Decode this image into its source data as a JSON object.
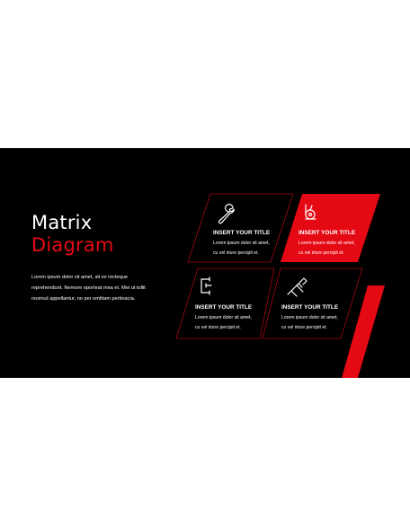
{
  "slide": {
    "title_line1": "Matrix",
    "title_line2": "Diagram",
    "body": "Lorem ipsum dolor sit amet, sit ex recteque reprehendunt. Nemore oporteat mea et. Mei ut tollit nostrud appellantur, no per omittam pertinacia."
  },
  "cards": [
    {
      "icon": "wrench-icon",
      "title": "INSERT YOUR TITLE",
      "desc_line1": "Lorem ipsum dolor sit amet,",
      "desc_line2": "cu vel iriure percipit et.",
      "highlighted": false
    },
    {
      "icon": "tape-measure-icon",
      "title": "INSERT YOUR TITLE",
      "desc_line1": "Lorem ipsum dolor sit amet,",
      "desc_line2": "cu vel iriure percipit et.",
      "highlighted": true
    },
    {
      "icon": "clamp-icon",
      "title": "INSERT YOUR TITLE",
      "desc_line1": "Lorem ipsum dolor sit amet,",
      "desc_line2": "cu vel iriure percipit et.",
      "highlighted": false
    },
    {
      "icon": "caliper-icon",
      "title": "INSERT YOUR TITLE",
      "desc_line1": "Lorem ipsum dolor sit amet,",
      "desc_line2": "cu vel iriure percipit et.",
      "highlighted": false
    }
  ],
  "colors": {
    "accent": "#e50914",
    "background": "#000000",
    "text": "#ffffff"
  }
}
